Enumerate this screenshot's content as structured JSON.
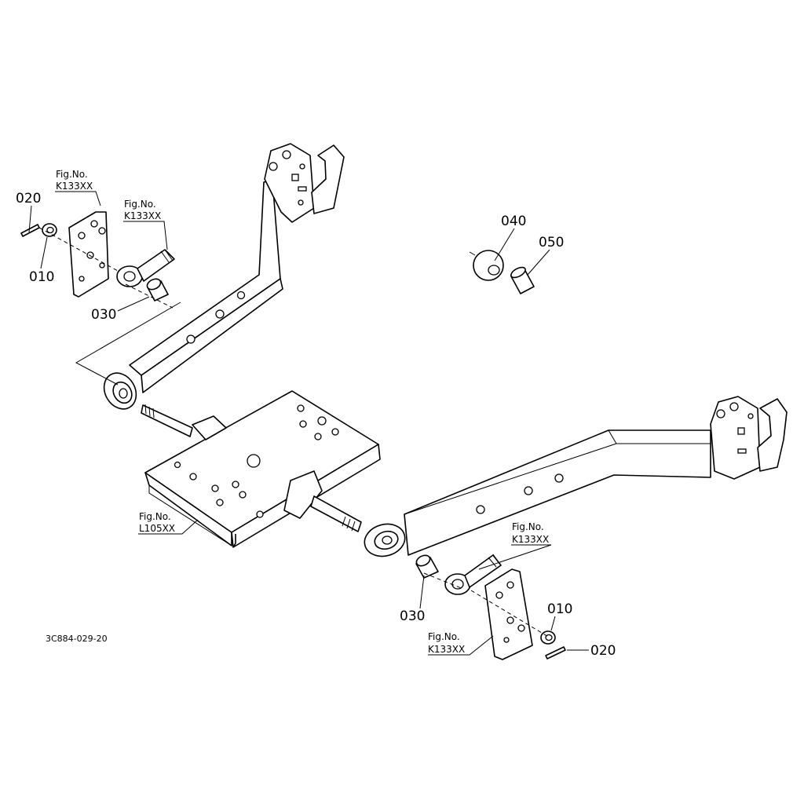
{
  "diagram": {
    "drawing_number": "3C884-029-20",
    "labels": {
      "p020_top": "020",
      "p010_top": "010",
      "p030_top": "030",
      "p040": "040",
      "p050": "050",
      "p030_bottom": "030",
      "p010_bottom": "010",
      "p020_bottom": "020"
    },
    "figure_refs": {
      "ref1": {
        "title": "Fig.No.",
        "number": "K133XX"
      },
      "ref2": {
        "title": "Fig.No.",
        "number": "K133XX"
      },
      "ref3": {
        "title": "Fig.No.",
        "number": "L105XX"
      },
      "ref4": {
        "title": "Fig.No.",
        "number": "K133XX"
      },
      "ref5": {
        "title": "Fig.No.",
        "number": "K133XX"
      }
    }
  }
}
